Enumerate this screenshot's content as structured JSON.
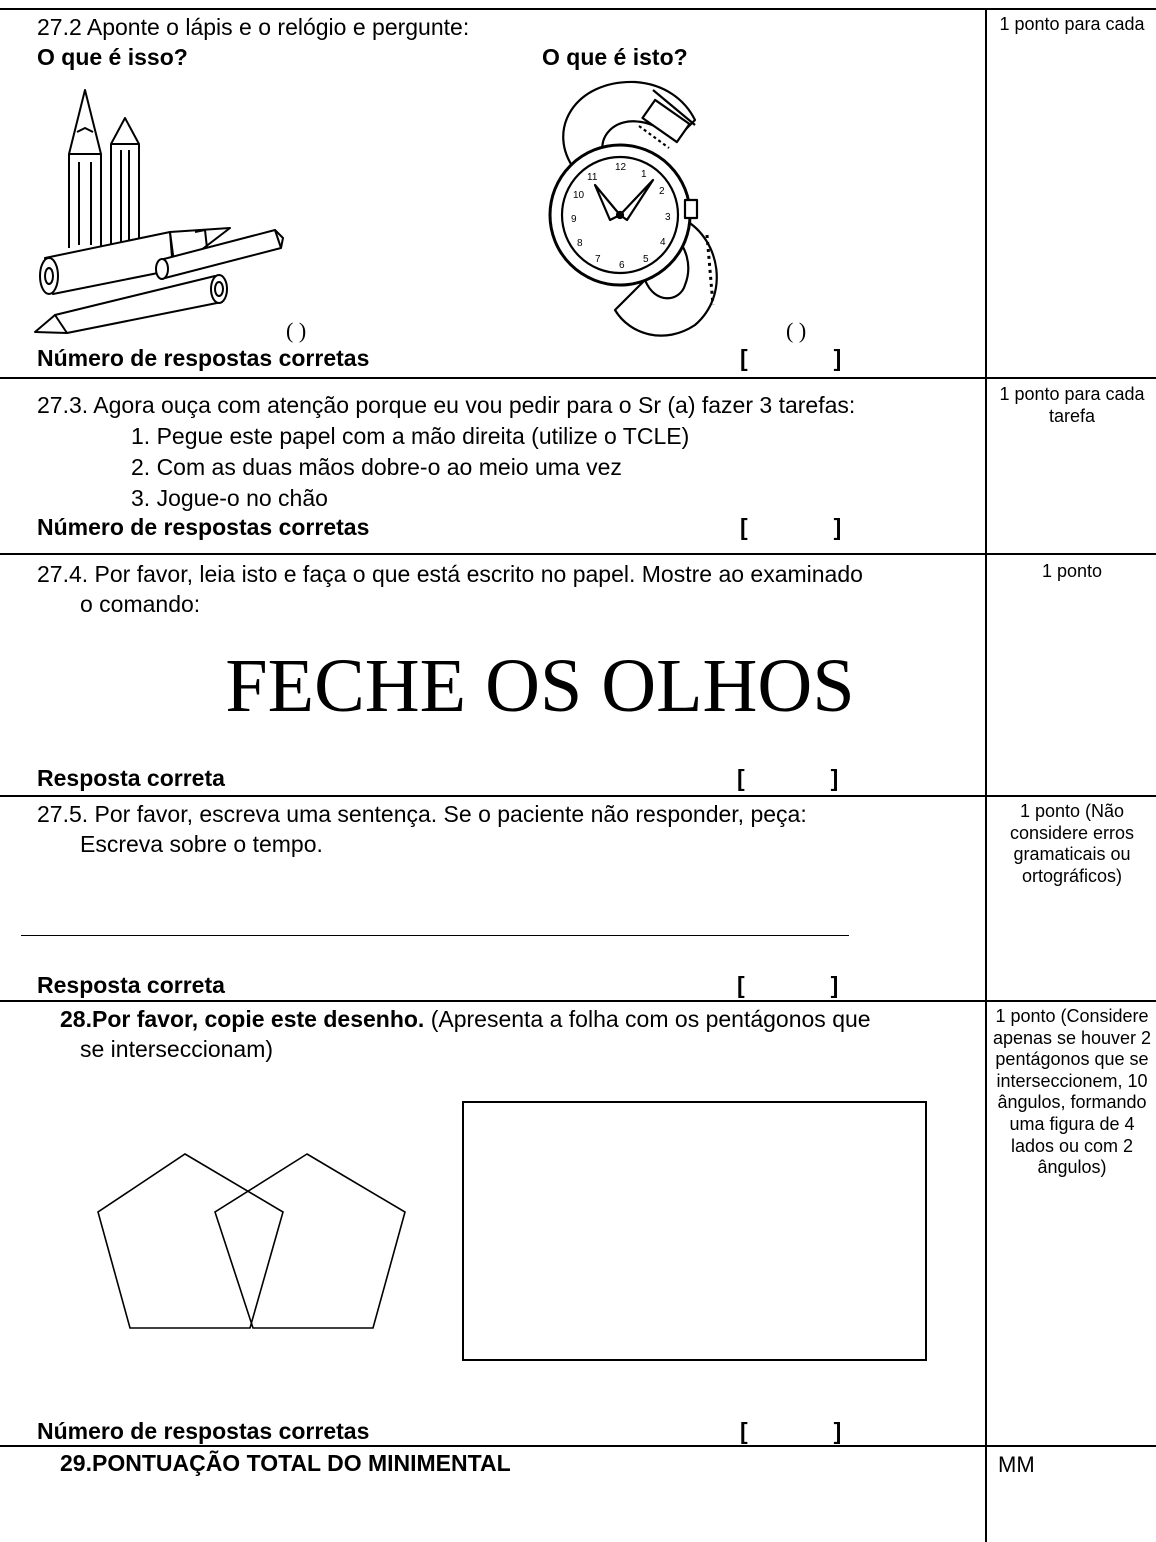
{
  "s27_2": {
    "instruction": "27.2 Aponte o lápis e o relógio e pergunte:",
    "q_pencil": "O que é isso?",
    "q_watch": "O que é isto?",
    "paren1": "( )",
    "paren2": "( )",
    "result_label": "Número de respostas corretas",
    "bracket": "[ ]",
    "score": "1 ponto para cada"
  },
  "s27_3": {
    "instruction": "27.3. Agora ouça com atenção porque eu vou pedir para o Sr (a) fazer 3 tarefas:",
    "tasks": [
      "1. Pegue este papel com a mão direita (utilize o TCLE)",
      "2. Com as duas mãos dobre-o ao meio uma vez",
      "3. Jogue-o no chão"
    ],
    "result_label": "Número de respostas corretas",
    "bracket": "[ ]",
    "score": "1 ponto para cada tarefa"
  },
  "s27_4": {
    "instruction_line1": "27.4. Por favor, leia isto e faça o que está escrito no papel. Mostre ao examinado",
    "instruction_line2": "o comando:",
    "command": "FECHE OS OLHOS",
    "result_label": "Resposta correta",
    "bracket": "[ ]",
    "score": "1 ponto"
  },
  "s27_5": {
    "instruction_line1": "27.5. Por favor, escreva uma sentença. Se o paciente não responder, peça:",
    "instruction_line2": "Escreva sobre o tempo.",
    "result_label": "Resposta correta",
    "bracket": "[ ]",
    "score": "1 ponto (Não considere erros gramaticais ou ortográficos)"
  },
  "s28": {
    "number": "28.",
    "bold_text": "Por favor, copie este desenho.",
    "rest_line1": " (Apresenta a folha com os pentágonos que",
    "rest_line2": "se interseccionam)",
    "result_label": "Número de respostas corretas",
    "bracket": "[ ]",
    "score": "1 ponto (Considere apenas se houver 2 pentágonos que se interseccionem, 10 ângulos, formando uma figura de 4 lados ou com 2 ângulos)"
  },
  "s29": {
    "title": "29.PONTUAÇÃO TOTAL DO MINIMENTAL",
    "score": "MM"
  }
}
